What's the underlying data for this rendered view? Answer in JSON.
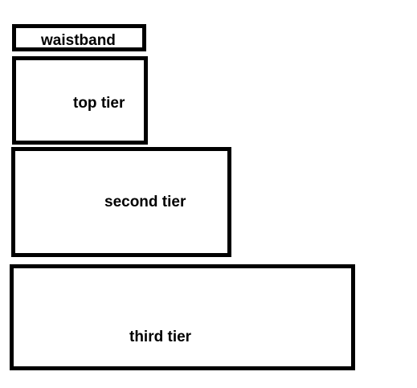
{
  "diagram": {
    "panels": [
      {
        "label": "waistband"
      },
      {
        "label": "top tier"
      },
      {
        "label": "second tier"
      },
      {
        "label": "third tier"
      }
    ]
  },
  "colors": {
    "border": "#000000",
    "background": "#ffffff",
    "text": "#000000"
  }
}
